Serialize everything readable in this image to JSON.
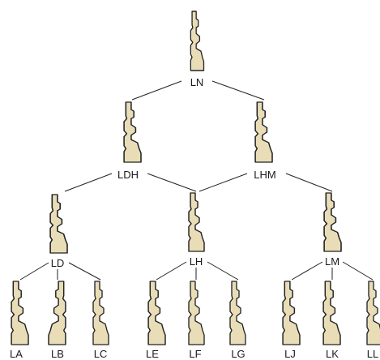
{
  "profile_fill": "#e9ddb8",
  "profile_stroke": "#222222",
  "connector_color": "#222222",
  "nodes": {
    "root": "LN",
    "mid_left": "LDH",
    "mid_right": "LHM",
    "group_left": "LD",
    "group_center": "LH",
    "group_right": "LM"
  },
  "leaves": [
    "LA",
    "LB",
    "LC",
    "LE",
    "LF",
    "LG",
    "LJ",
    "LK",
    "LL"
  ]
}
